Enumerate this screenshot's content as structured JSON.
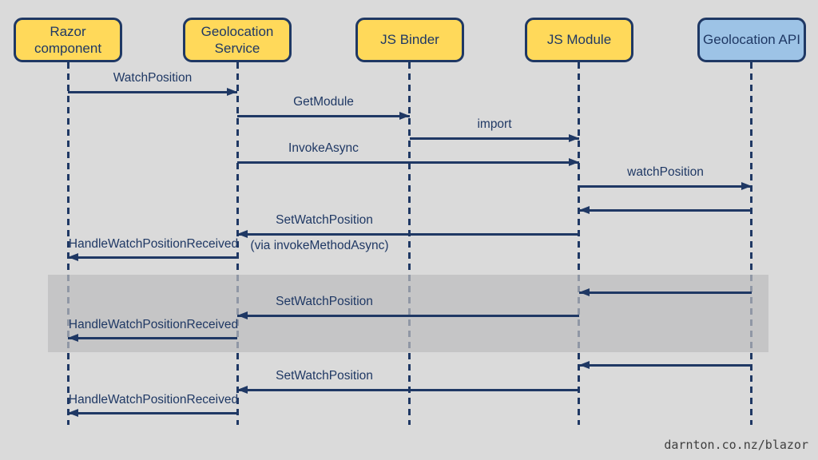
{
  "diagram": {
    "watermark": "darnton.co.nz/blazor",
    "colors": {
      "background": "#DADADA",
      "line": "#1F3864",
      "actor_yellow": "#FFD95A",
      "actor_blue": "#9DC3E6",
      "loop_band": "rgba(188,188,190,0.72)"
    },
    "actors": [
      {
        "label": "Razor component"
      },
      {
        "label": "Geolocation Service"
      },
      {
        "label": "JS Binder"
      },
      {
        "label": "JS Module"
      },
      {
        "label": "Geolocation API"
      }
    ],
    "messages": [
      {
        "label": "WatchPosition",
        "from": "Razor component",
        "to": "Geolocation Service"
      },
      {
        "label": "GetModule",
        "from": "Geolocation Service",
        "to": "JS Binder"
      },
      {
        "label": "import",
        "from": "JS Binder",
        "to": "JS Module"
      },
      {
        "label": "InvokeAsync",
        "from": "Geolocation Service",
        "to": "JS Module"
      },
      {
        "label": "watchPosition",
        "from": "JS Module",
        "to": "Geolocation API"
      },
      {
        "label": "",
        "from": "Geolocation API",
        "to": "JS Module"
      },
      {
        "label": "SetWatchPosition",
        "note": "(via invokeMethodAsync)",
        "from": "JS Module",
        "to": "Geolocation Service"
      },
      {
        "label": "HandleWatchPositionReceived",
        "from": "Geolocation Service",
        "to": "Razor component"
      },
      {
        "label": "",
        "from": "Geolocation API",
        "to": "JS Module"
      },
      {
        "label": "SetWatchPosition",
        "from": "JS Module",
        "to": "Geolocation Service"
      },
      {
        "label": "HandleWatchPositionReceived",
        "from": "Geolocation Service",
        "to": "Razor component"
      },
      {
        "label": "",
        "from": "Geolocation API",
        "to": "JS Module"
      },
      {
        "label": "SetWatchPosition",
        "from": "JS Module",
        "to": "Geolocation Service"
      },
      {
        "label": "HandleWatchPositionReceived",
        "from": "Geolocation Service",
        "to": "Razor component"
      }
    ]
  }
}
